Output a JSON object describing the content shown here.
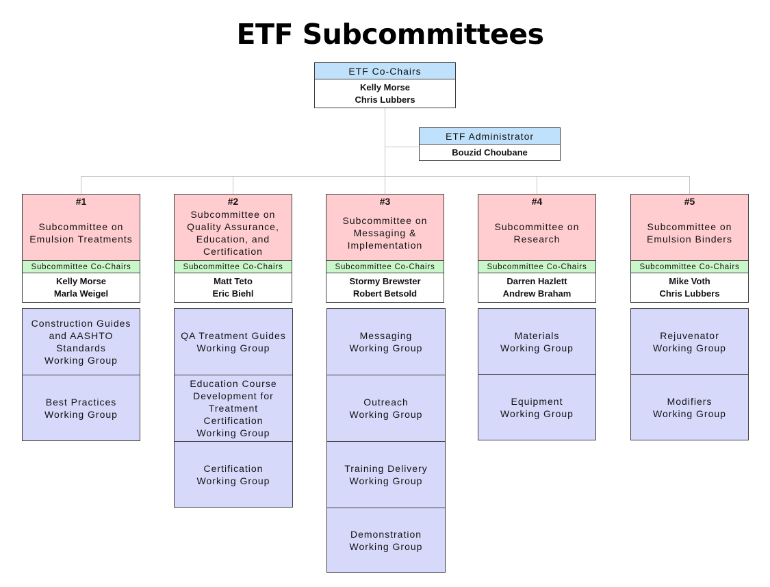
{
  "title": "ETF Subcommittees",
  "cochairs_box": {
    "header": "ETF Co-Chairs",
    "names": [
      "Kelly Morse",
      "Chris Lubbers"
    ]
  },
  "admin_box": {
    "header": "ETF Administrator",
    "name": "Bouzid Choubane"
  },
  "subcommittees": [
    {
      "number": "#1",
      "name": "Subcommittee on\nEmulsion Treatments",
      "cochairs_label": "Subcommittee Co-Chairs",
      "cochairs": [
        "Kelly Morse",
        "Marla Weigel"
      ],
      "working_groups": [
        "Construction Guides\nand AASHTO\nStandards\nWorking Group",
        "Best Practices\nWorking Group"
      ]
    },
    {
      "number": "#2",
      "name": "Subcommittee on\nQuality Assurance,\nEducation, and\nCertification",
      "cochairs_label": "Subcommittee Co-Chairs",
      "cochairs": [
        "Matt Teto",
        "Eric Biehl"
      ],
      "working_groups": [
        "QA Treatment Guides\nWorking Group",
        "Education Course\nDevelopment for\nTreatment\nCertification\nWorking Group",
        "Certification\nWorking Group"
      ]
    },
    {
      "number": "#3",
      "name": "Subcommittee on\nMessaging &\nImplementation",
      "cochairs_label": "Subcommittee Co-Chairs",
      "cochairs": [
        "Stormy Brewster",
        "Robert Betsold"
      ],
      "working_groups": [
        "Messaging\nWorking Group",
        "Outreach\nWorking Group",
        "Training Delivery\nWorking Group",
        "Demonstration\nWorking Group"
      ]
    },
    {
      "number": "#4",
      "name": "Subcommittee on\nResearch",
      "cochairs_label": "Subcommittee Co-Chairs",
      "cochairs": [
        "Darren Hazlett",
        "Andrew Braham"
      ],
      "working_groups": [
        "Materials\nWorking Group",
        "Equipment\nWorking Group"
      ]
    },
    {
      "number": "#5",
      "name": "Subcommittee on\nEmulsion Binders",
      "cochairs_label": "Subcommittee Co-Chairs",
      "cochairs": [
        "Mike Voth",
        "Chris Lubbers"
      ],
      "working_groups": [
        "Rejuvenator\nWorking Group",
        "Modifiers\nWorking Group"
      ]
    }
  ],
  "colors": {
    "leadership_header": "#bfe1fb",
    "subcommittee": "#ffccd0",
    "cochairs_band": "#c9f7c9",
    "working_group": "#d7d9fa",
    "connector": "#c4c4c4",
    "border": "#3d3d3d"
  }
}
